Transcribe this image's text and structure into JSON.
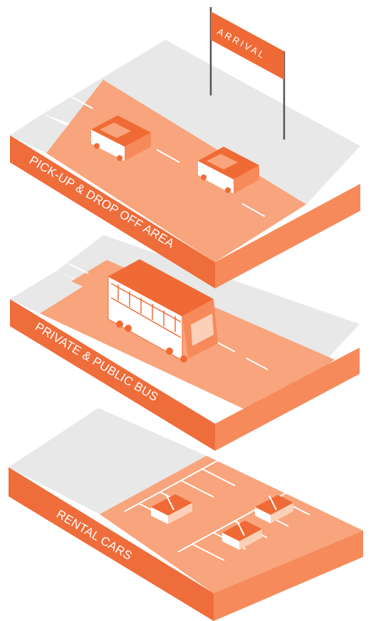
{
  "sign": {
    "text": "ARRIVAL"
  },
  "layers": [
    {
      "id": "pickup",
      "label": "PICK-UP & DROP OFF AREA",
      "vehicles": "cars",
      "vehicle_count": 2
    },
    {
      "id": "bus",
      "label": "PRIVATE & PUBLIC BUS",
      "vehicles": "bus",
      "vehicle_count": 1
    },
    {
      "id": "rental",
      "label": "RENTAL CARS",
      "vehicles": "parked-cars",
      "vehicle_count": 3
    }
  ],
  "colors": {
    "gray_top": "#e8e8e8",
    "salmon_top": "#f8a47c",
    "side_dark": "#ef6c3b",
    "side_light": "#f68a5a",
    "accent": "#f06a35"
  }
}
